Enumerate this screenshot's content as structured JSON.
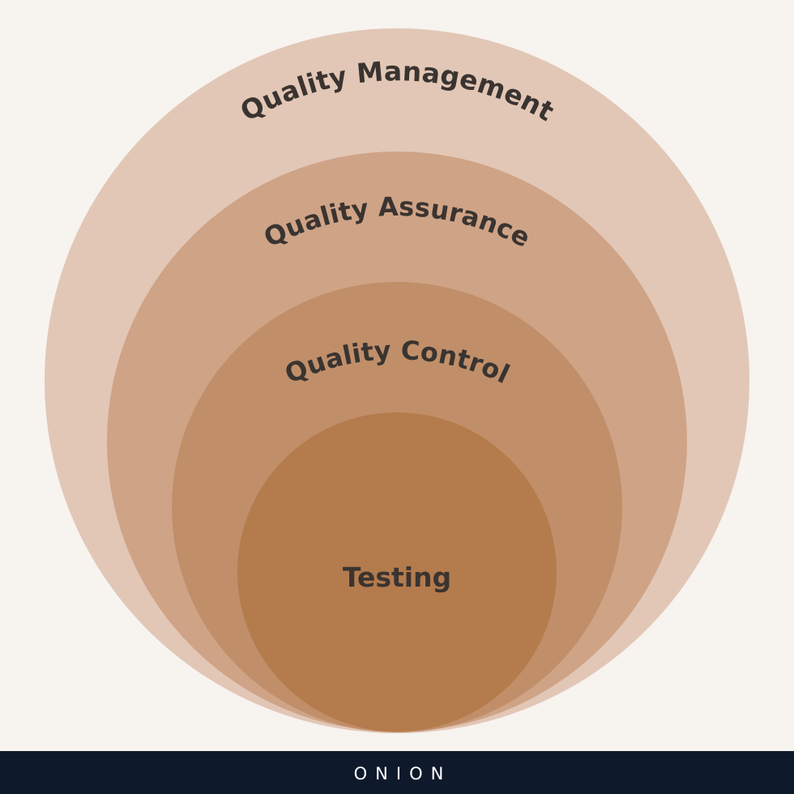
{
  "diagram": {
    "layers": [
      {
        "label": "Quality Management",
        "color": "#e2c7b6"
      },
      {
        "label": "Quality Assurance",
        "color": "#cfa386"
      },
      {
        "label": "Quality Control",
        "color": "#c08f69"
      },
      {
        "label": "Testing",
        "color": "#b47b4d"
      }
    ]
  },
  "footer": {
    "brand": "ONION",
    "background": "#0e1a2b",
    "logo_accent": "#c98a4a"
  },
  "colors": {
    "page_background": "#f7f3ef",
    "label_text": "#3a3431"
  }
}
